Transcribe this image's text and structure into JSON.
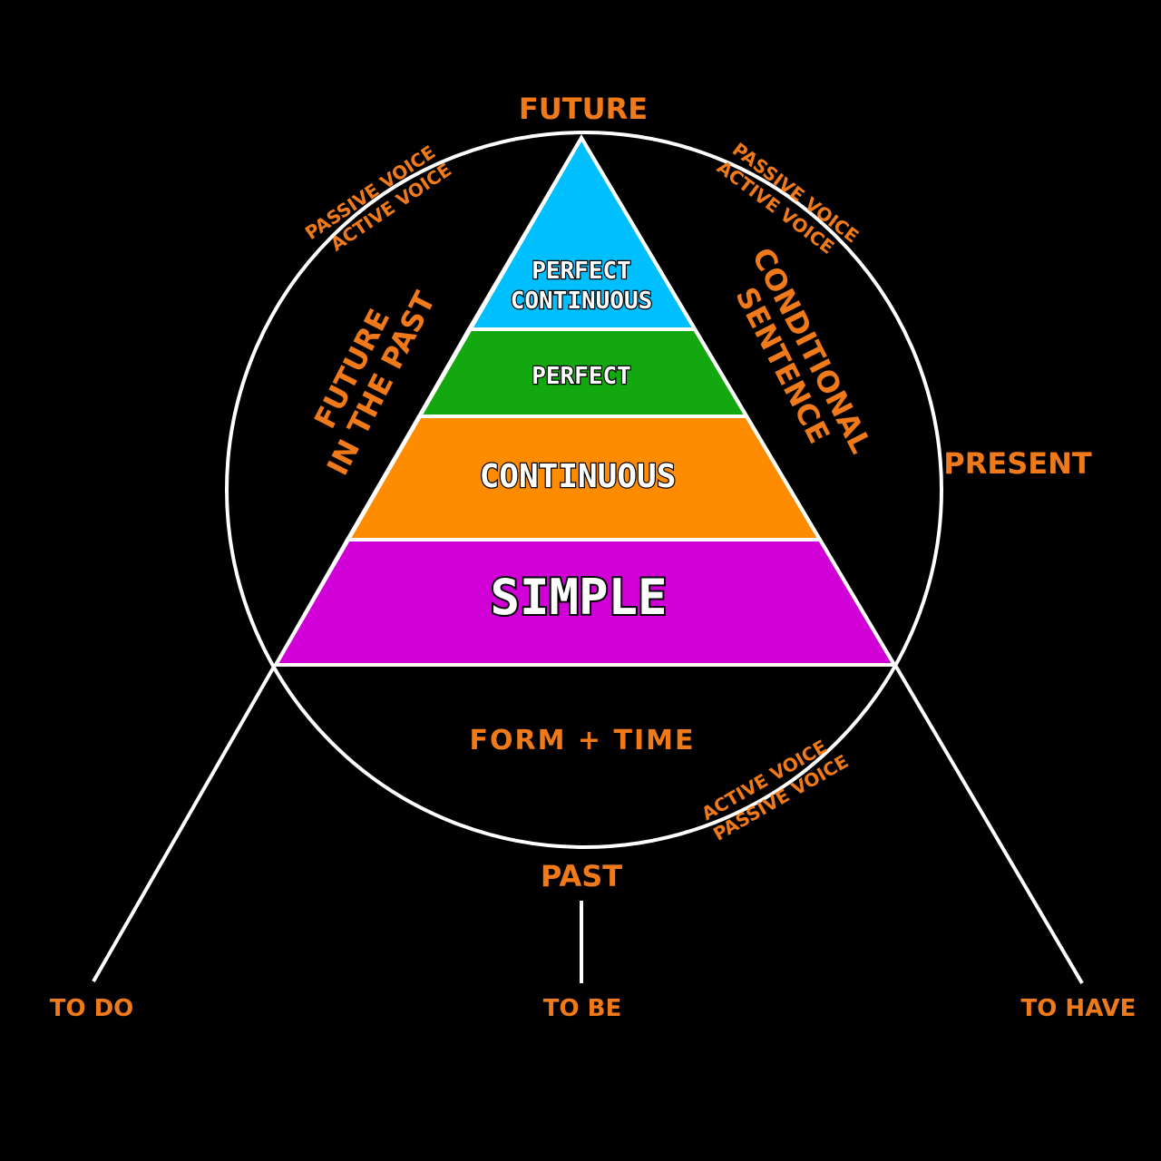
{
  "labels": {
    "future": "FUTURE",
    "past": "PAST",
    "present": "PRESENT",
    "future_in_the_past_line1": "FUTURE",
    "future_in_the_past_line2": "IN THE PAST",
    "conditional_line1": "CONDITIONAL",
    "conditional_line2": "SENTENCE",
    "form_time": "FORM + TIME",
    "to_do": "TO DO",
    "to_be": "TO BE",
    "to_have": "TO HAVE"
  },
  "voices": {
    "left_passive": "PASSIVE VOICE",
    "left_active": "ACTIVE VOICE",
    "right_passive": "PASSIVE VOICE",
    "right_active": "ACTIVE VOICE",
    "bottom_active": "ACTIVE VOICE",
    "bottom_passive": "PASSIVE VOICE"
  },
  "tiers": {
    "perfect_continuous_line1": "PERFECT",
    "perfect_continuous_line2": "CONTINUOUS",
    "perfect": "PERFECT",
    "continuous": "CONTINUOUS",
    "simple": "SIMPLE"
  },
  "colors": {
    "background": "#000000",
    "accent_orange": "#F07A1A",
    "tier_perfect_continuous": "#00BFFF",
    "tier_perfect": "#13A80F",
    "tier_continuous": "#FF8C00",
    "tier_simple": "#D000D6",
    "lines": "#FFFFFF"
  }
}
